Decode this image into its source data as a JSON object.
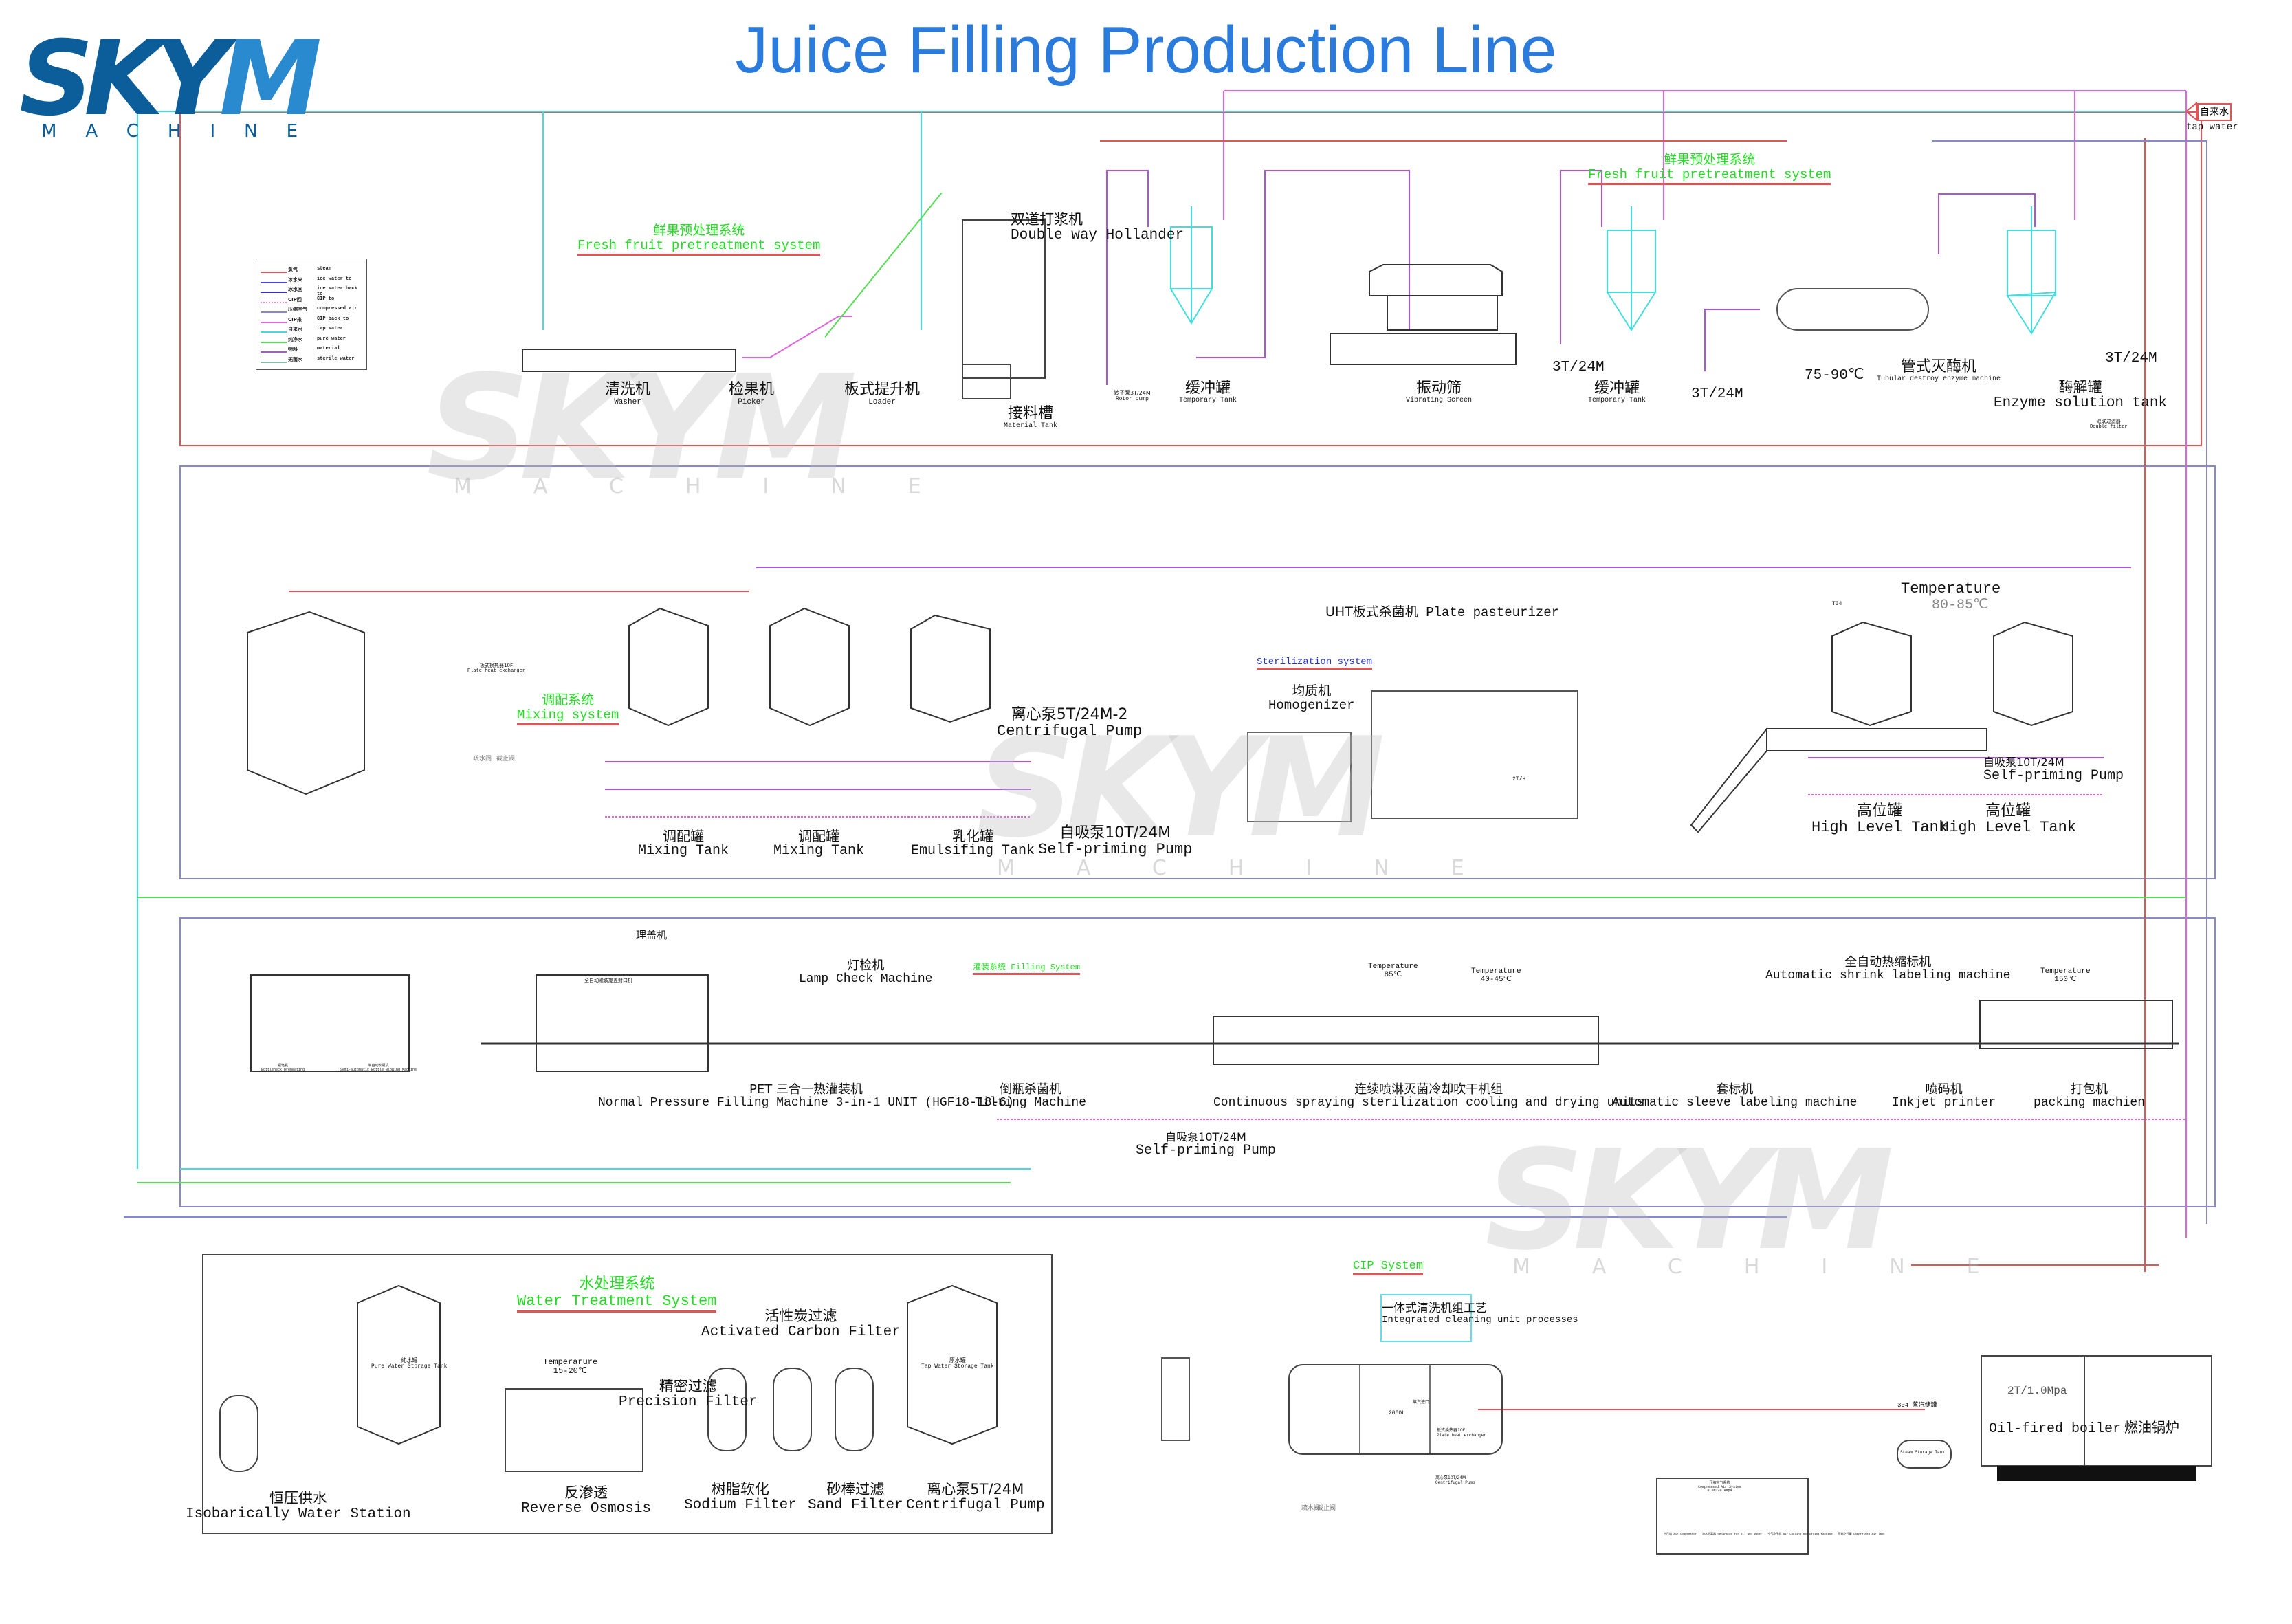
{
  "title": "Juice Filling Production Line",
  "logo": {
    "brand_part1": "SKY",
    "brand_part2": "M",
    "subtitle": "MACHINE"
  },
  "watermark": {
    "brand": "SKYM",
    "subtitle": "MACHINE"
  },
  "colors": {
    "title": "#2a7bdc",
    "steam": "#e05555",
    "ice_water_to": "#4a4ae0",
    "ice_water_back": "#3333bb",
    "cip_to": "#ee88dd",
    "compressed_air": "#8888cc",
    "cip_back": "#dd66dd",
    "tap_water": "#44dddd",
    "pure_water": "#55dd55",
    "material": "#aa55dd",
    "sterile_water": "#88bbaa",
    "system_label": "#22dd22"
  },
  "legend": [
    {
      "cn": "蒸气",
      "en": "steam",
      "color_key": "steam"
    },
    {
      "cn": "冰水来",
      "en": "ice water to",
      "color_key": "ice_water_to"
    },
    {
      "cn": "冰水回",
      "en": "ice water back to",
      "color_key": "ice_water_back"
    },
    {
      "cn": "CIP回",
      "en": "CIP to",
      "color_key": "cip_to"
    },
    {
      "cn": "压缩空气",
      "en": "compressed air",
      "color_key": "compressed_air"
    },
    {
      "cn": "CIP来",
      "en": "CIP back to",
      "color_key": "cip_back"
    },
    {
      "cn": "自来水",
      "en": "tap water",
      "color_key": "tap_water"
    },
    {
      "cn": "纯净水",
      "en": "pure water",
      "color_key": "pure_water"
    },
    {
      "cn": "物料",
      "en": "material",
      "color_key": "material"
    },
    {
      "cn": "无菌水",
      "en": "sterile water",
      "color_key": "sterile_water"
    }
  ],
  "tap_water_inlet": {
    "cn": "自来水",
    "en": "tap water"
  },
  "systems": {
    "fresh_fruit_1": {
      "cn": "鲜果预处理系统",
      "en": "Fresh fruit pretreatment system"
    },
    "fresh_fruit_2": {
      "cn": "鲜果预处理系统",
      "en": "Fresh fruit pretreatment system"
    },
    "mixing": {
      "cn": "调配系统",
      "en": "Mixing system"
    },
    "sterilization": {
      "en": "Sterilization system"
    },
    "filling": {
      "cn": "灌装系统",
      "en": "Filling System"
    },
    "water": {
      "cn": "水处理系统",
      "en": "Water Treatment System"
    },
    "cip": {
      "en": "CIP System"
    }
  },
  "row1": {
    "washer": {
      "cn": "清洗机",
      "en": "Washer"
    },
    "picker": {
      "cn": "检果机",
      "en": "Picker"
    },
    "loader": {
      "cn": "板式提升机",
      "en": "Loader"
    },
    "hollander": {
      "cn": "双道打浆机",
      "en": "Double way Hollander"
    },
    "material_tank": {
      "cn": "接料槽",
      "en": "Material Tank"
    },
    "rotor_pump": {
      "cn": "转子泵3T/24M",
      "en": "Rotor pump"
    },
    "temp_tank_1": {
      "cn": "缓冲罐",
      "en": "Temporary Tank"
    },
    "vibrating_screen": {
      "cn": "振动筛",
      "en": "Vibrating Screen"
    },
    "pump_a": "3T/24M",
    "temp_tank_2": {
      "cn": "缓冲罐",
      "en": "Temporary Tank"
    },
    "pump_b": "3T/24M",
    "enzyme_temp": "75-90℃",
    "tubular": {
      "cn": "管式灭酶机",
      "en": "Tubular destroy enzyme machine"
    },
    "pump_c": "3T/24M",
    "enzyme_tank": {
      "cn": "酶解罐",
      "en": "Enzyme solution tank"
    },
    "double_filter": {
      "cn": "双联过滤器",
      "en": "Double filter"
    }
  },
  "row2": {
    "plate_hx": {
      "cn": "板式换热器10F",
      "en": "Plate heat exchanger"
    },
    "drain_valve": "疏水阀",
    "stop_valve": "截止阀",
    "mixing_tank_1": {
      "cn": "调配罐",
      "en": "Mixing Tank"
    },
    "mixing_tank_2": {
      "cn": "调配罐",
      "en": "Mixing Tank"
    },
    "emulsifying_tank": {
      "cn": "乳化罐",
      "en": "Emulsifing Tank"
    },
    "centrifugal_pump": {
      "cn": "离心泵5T/24M-2",
      "en": "Centrifugal Pump"
    },
    "self_priming_pump": {
      "cn": "自吸泵10T/24M",
      "en": "Self-priming Pump"
    },
    "homogenizer": {
      "cn": "均质机",
      "en": "Homogenizer"
    },
    "pasteurizer": {
      "cn": "UHT板式杀菌机",
      "en": "Plate pasteurizer"
    },
    "pasteurizer_rating": "2T/H",
    "temperature": {
      "label": "Temperature",
      "value": "80-85℃",
      "tag": "T04"
    },
    "high_tank_1": {
      "cn": "高位罐",
      "en": "High Level Tank"
    },
    "high_tank_2": {
      "cn": "高位罐",
      "en": "High Level Tank"
    },
    "self_priming_pump_2": {
      "cn": "自吸泵10T/24M",
      "en": "Self-priming Pump"
    }
  },
  "row3": {
    "bottle_blowing": {
      "cn": "瓶坯机",
      "en": "Bottleneck preheating"
    },
    "semi_auto_blowing": {
      "cn": "半自动吹瓶机",
      "en": "Semi-automatic Bottle Blowing Machine"
    },
    "cap_sorter": {
      "cn": "理盖机"
    },
    "filling_machine_panel": "全自动灌装旋盖封口机",
    "filling_machine": {
      "cn": "PET 三合一热灌装机",
      "en": "Normal Pressure Filling Machine 3-in-1 UNIT (HGF18-18-6)"
    },
    "lamp_check": {
      "cn": "灯检机",
      "en": "Lamp Check Machine"
    },
    "tilting": {
      "cn": "倒瓶杀菌机",
      "en": "Tilting Machine"
    },
    "spray_temp_1": {
      "label": "Temperature",
      "value": "85℃"
    },
    "spray_temp_2": {
      "label": "Temperature",
      "value": "40-45℃"
    },
    "spray_unit": {
      "cn": "连续喷淋灭菌冷却吹干机组",
      "en": "Continuous spraying sterilization cooling and drying units"
    },
    "shrink_labeler": {
      "cn": "全自动热缩标机",
      "en": "Automatic shrink labeling machine"
    },
    "sleeve_labeler": {
      "cn": "套标机",
      "en": "Automatic sleeve labeling machine"
    },
    "inkjet": {
      "cn": "喷码机",
      "en": "Inkjet printer"
    },
    "packing": {
      "cn": "打包机",
      "en": "packing machien"
    },
    "packing_temp": {
      "label": "Temperature",
      "value": "150℃"
    },
    "self_priming_pump": {
      "cn": "自吸泵10T/24M",
      "en": "Self-priming Pump"
    }
  },
  "water_treatment": {
    "isobaric": {
      "cn": "恒压供水",
      "en": "Isobarically Water Station"
    },
    "pure_tank": {
      "cn": "纯水罐",
      "en": "Pure Water Storage Tank"
    },
    "ro": {
      "cn": "反渗透",
      "en": "Reverse Osmosis"
    },
    "ro_temp": {
      "label": "Temperarure",
      "value": "15-20℃"
    },
    "precision": {
      "cn": "精密过滤",
      "en": "Precision Filter"
    },
    "carbon": {
      "cn": "活性炭过滤",
      "en": "Activated Carbon Filter"
    },
    "sodium": {
      "cn": "树脂软化",
      "en": "Sodium Filter"
    },
    "sand": {
      "cn": "砂棒过滤",
      "en": "Sand Filter"
    },
    "tap_tank": {
      "cn": "原水罐",
      "en": "Tap Water Storage Tank"
    },
    "pump": {
      "cn": "离心泵5T/24M",
      "en": "Centrifugal Pump"
    }
  },
  "cip": {
    "tank_volume": "2000L",
    "plate_hx": {
      "cn": "板式换热器10F",
      "en": "Plate heat exchanger"
    },
    "pump": {
      "cn": "离心泵10T/24M",
      "en": "Centrifugal Pump"
    },
    "drain_valve": "疏水阀",
    "stop_valve": "截止阀",
    "integrated": {
      "cn": "一体式清洗机组工艺",
      "en": "Integrated cleaning unit processes"
    },
    "steam_in": "蒸汽进口",
    "compressed_air": {
      "cn": "压缩空气系统",
      "en": "Compressed Air System",
      "rating": "0.6M³/0.8Mpa",
      "items": [
        "空压机 Air Compressor",
        "油水分离器 Separator for Oil and Water",
        "空气冷干机 Air Cooling and Drying Machine",
        "压缩空气罐 Compressed Air Tank"
      ]
    }
  },
  "boiler": {
    "steam_tank": {
      "cn": "304 蒸汽储罐",
      "en": "Steam Storage Tank"
    },
    "rating": "2T/1.0Mpa",
    "en": "Oil-fired boiler",
    "cn": "燃油锅炉"
  }
}
